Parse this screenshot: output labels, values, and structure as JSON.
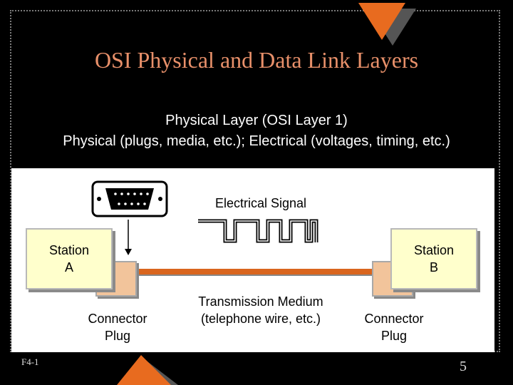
{
  "slide": {
    "title": "OSI Physical and Data Link Layers",
    "subtitle_line1": "Physical Layer (OSI Layer 1)",
    "subtitle_line2": "Physical (plugs, media, etc.); Electrical (voltages, timing, etc.)",
    "footer_code": "F4-1",
    "page_number": "5",
    "accent_color": "#e86b1f",
    "title_color": "#e8906a"
  },
  "diagram": {
    "signal_label": "Electrical Signal",
    "station_a": {
      "line1": "Station",
      "line2": "A"
    },
    "station_b": {
      "line1": "Station",
      "line2": "B"
    },
    "connector_left": {
      "line1": "Connector",
      "line2": "Plug"
    },
    "connector_right": {
      "line1": "Connector",
      "line2": "Plug"
    },
    "medium": {
      "line1": "Transmission Medium",
      "line2": "(telephone wire, etc.)"
    },
    "medium_color": "#d9651e"
  }
}
